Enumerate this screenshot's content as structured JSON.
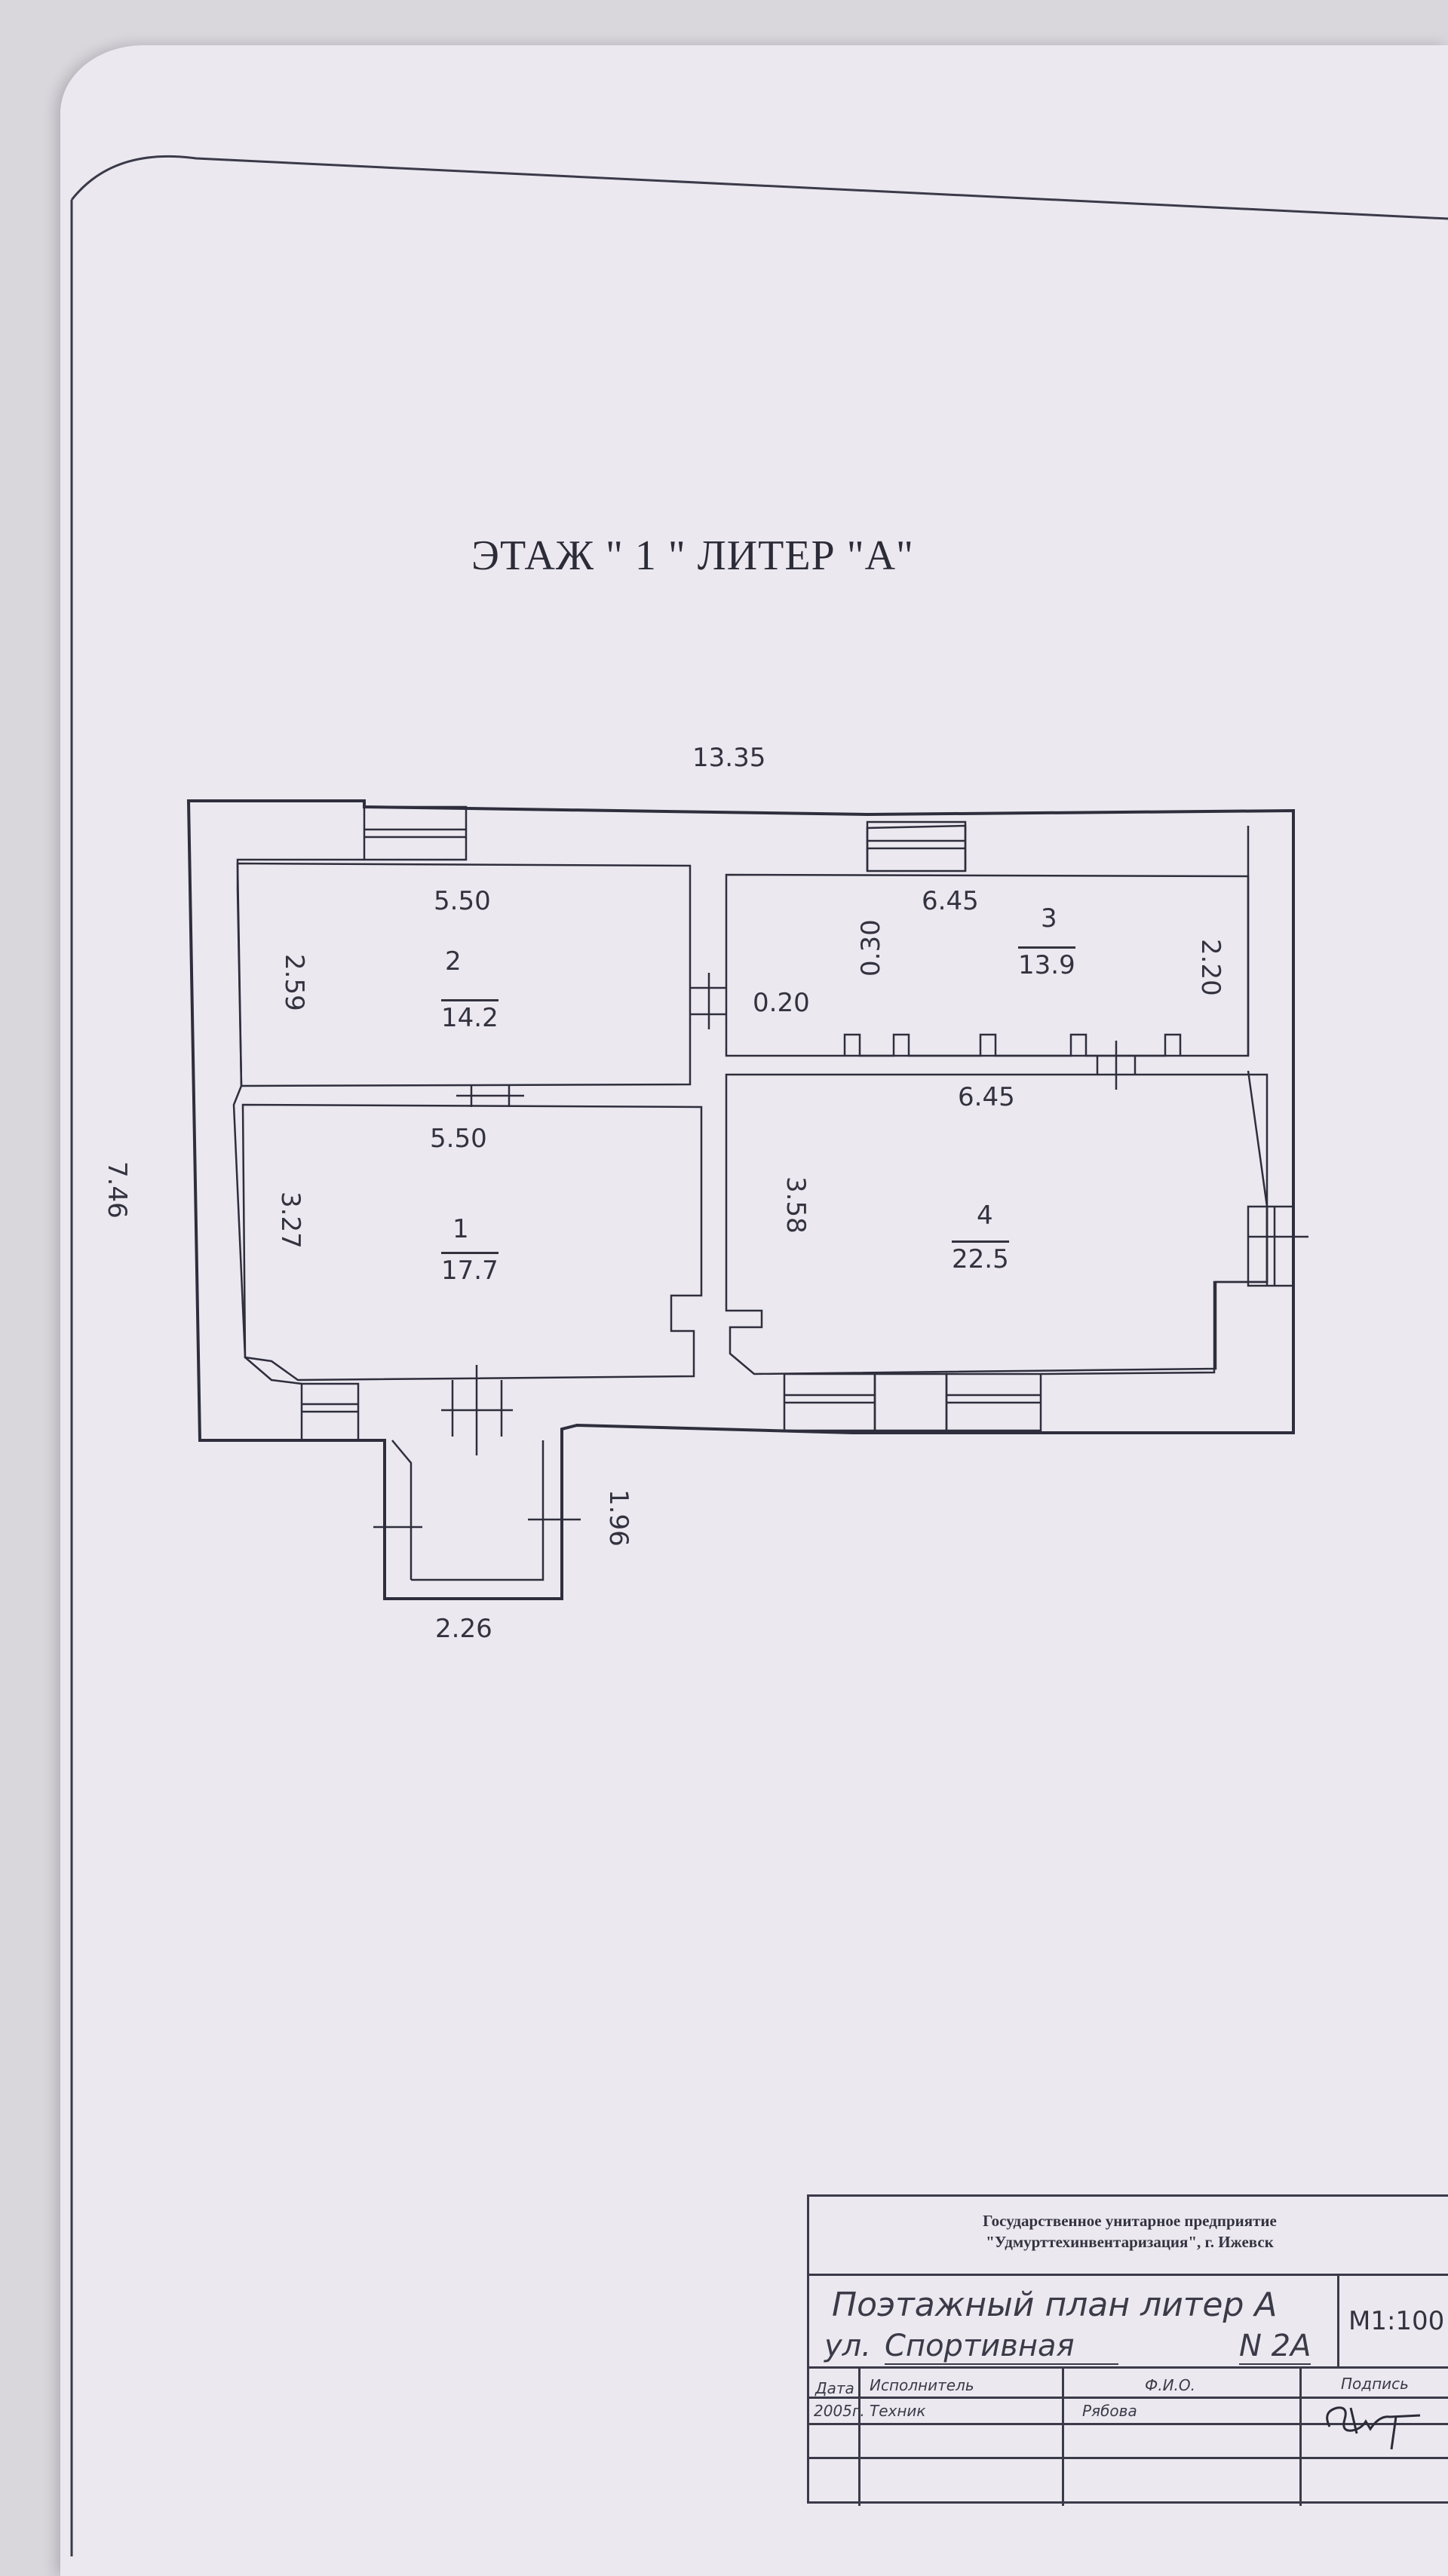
{
  "plan": {
    "title": "ЭТАЖ \" 1 \"  ЛИТЕР \"А\"",
    "dimensions": {
      "total_length": "13.35",
      "total_width": "7.46",
      "porch_length": "2.26",
      "porch_width": "1.96",
      "room2_length": "5.50",
      "room2_width": "2.59",
      "room1_length": "5.50",
      "room1_width": "3.27",
      "room3_length": "6.45",
      "room3_width": "2.20",
      "room4_length": "6.45",
      "room4_width": "3.58",
      "partition_a": "0.20",
      "partition_b": "0.30"
    },
    "rooms": [
      {
        "number": "1",
        "area": "17.7"
      },
      {
        "number": "2",
        "area": "14.2"
      },
      {
        "number": "3",
        "area": "13.9"
      },
      {
        "number": "4",
        "area": "22.5"
      }
    ]
  },
  "stamp": {
    "organization_line1": "Государственное унитарное предприятие",
    "organization_line2": "\"Удмурттехинвентаризация\", г. Ижевск",
    "document_title": "Поэтажный план литер А",
    "street_prefix": "ул.",
    "street_name": "Спортивная",
    "house_number": "N 2А",
    "scale": "М1:100",
    "col_date": "Дата",
    "col_executor": "Исполнитель",
    "col_name": "Ф.И.О.",
    "col_signature": "Подпись",
    "date_value": "2005г.",
    "executor_value": "Техник",
    "name_value": "Рябова"
  }
}
